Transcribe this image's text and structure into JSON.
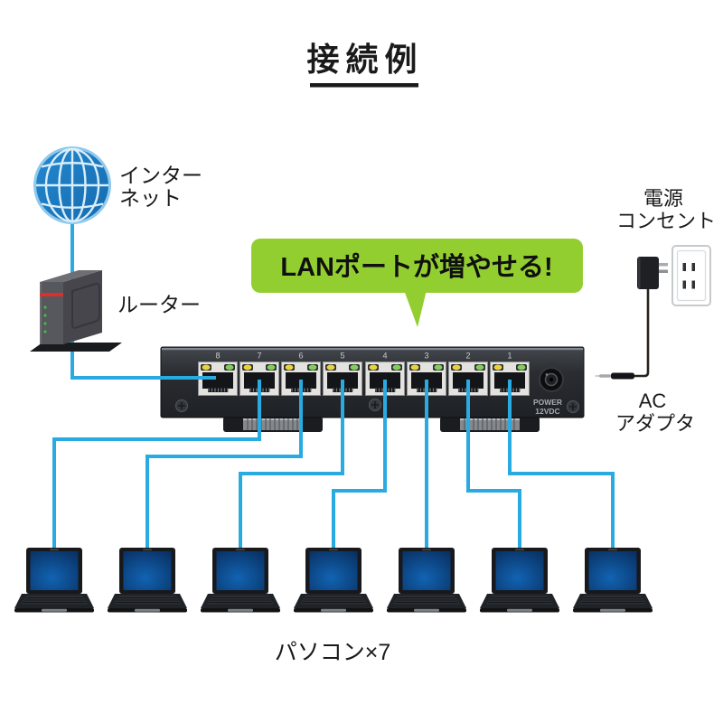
{
  "title": "接続例",
  "nodes": {
    "internet": {
      "label_line1": "インター",
      "label_line2": "ネット"
    },
    "router": {
      "label": "ルーター"
    },
    "switch": {
      "callout": "LANポートが増やせる!",
      "power_label_line1": "POWER",
      "power_label_line2": "12VDC",
      "ports": [
        "8",
        "7",
        "6",
        "5",
        "4",
        "3",
        "2",
        "1"
      ]
    },
    "power": {
      "outlet_line1": "電源",
      "outlet_line2": "コンセント",
      "adapter_line1": "AC",
      "adapter_line2": "アダプタ"
    },
    "computers": {
      "label": "パソコン×7",
      "count": 7
    }
  },
  "colors": {
    "cable": "#29ABE2",
    "callout_bg": "#93CE30",
    "globe_blue": "#1B7AC2",
    "screen_blue": "#0D57A4"
  }
}
